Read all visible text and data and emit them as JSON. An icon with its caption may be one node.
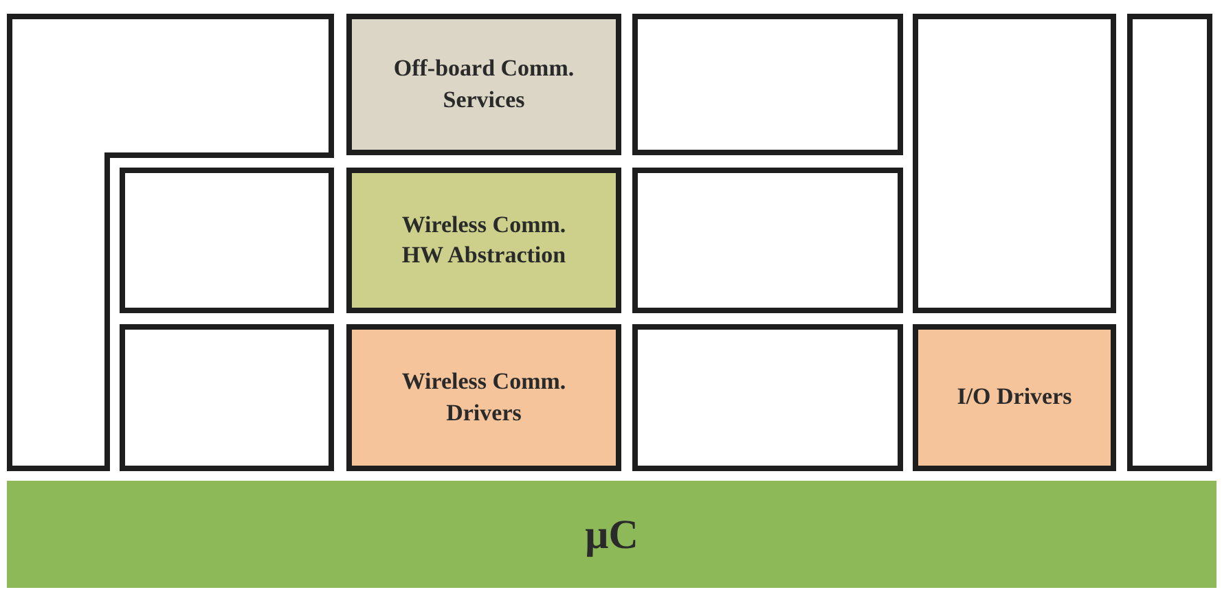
{
  "diagram": {
    "nodes": [
      {
        "text": [],
        "shape": "box"
      },
      {
        "text": [
          "Off-board Comm. Services"
        ]
      },
      {
        "text": [],
        "shape": "box"
      },
      {
        "text": [],
        "shape": "box"
      },
      {
        "text": [],
        "shape": "box"
      },
      {
        "text": [],
        "shape": "box"
      },
      {
        "text": [
          "Wireless Comm. HW Abstraction"
        ]
      },
      {
        "text": [],
        "shape": "box"
      },
      {
        "text": [],
        "shape": "box"
      },
      {
        "text": [
          "Wireless Comm. Drivers"
        ]
      },
      {
        "text": [],
        "shape": "box"
      },
      {
        "text": [
          "I/O Drivers"
        ]
      },
      {
        "text": [
          "µC"
        ]
      }
    ],
    "edges": []
  }
}
